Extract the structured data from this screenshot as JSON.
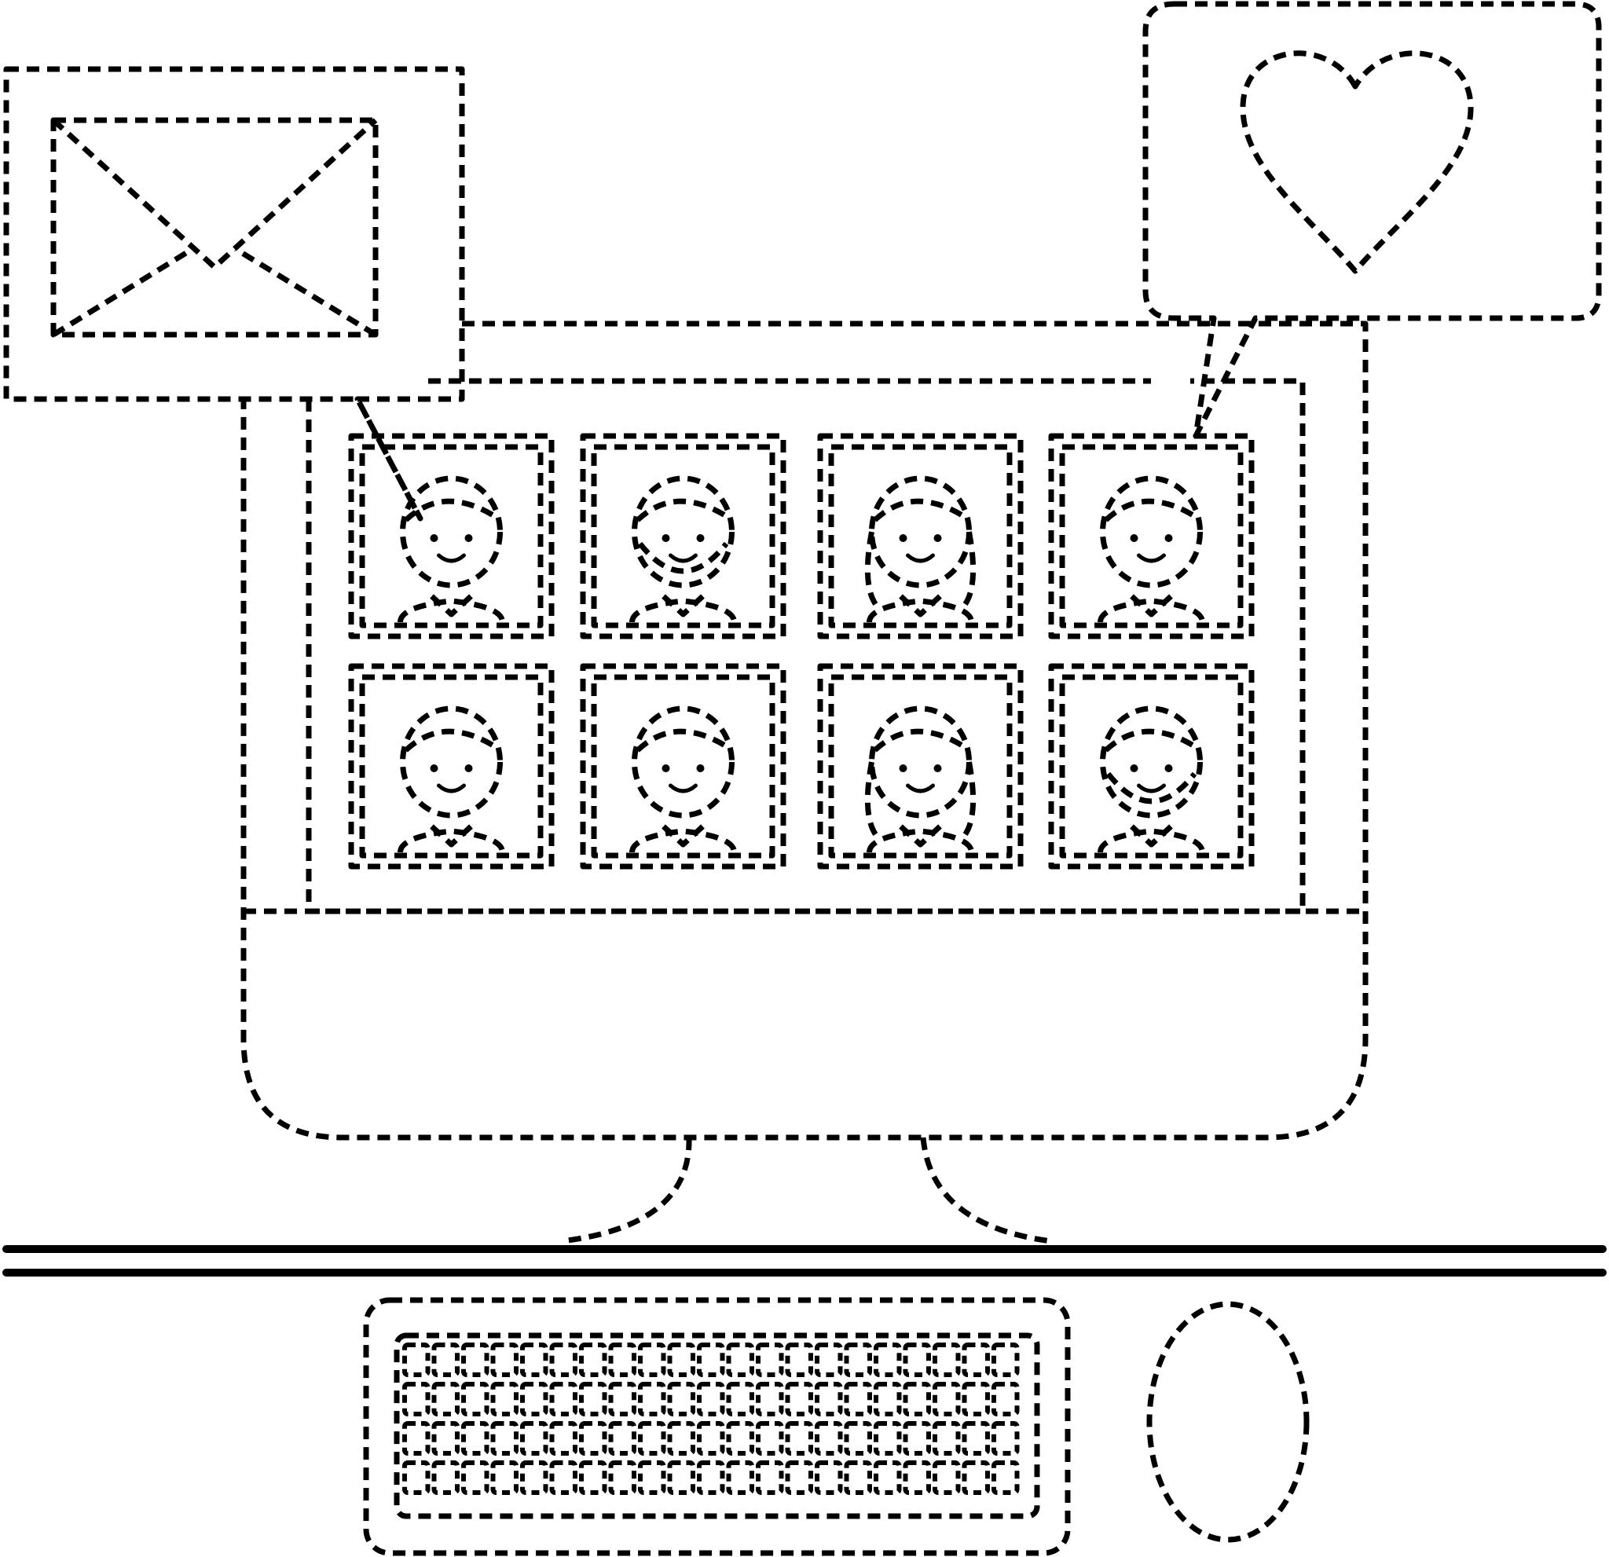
{
  "illustration": {
    "style": "dashed-outline",
    "stroke_color": "#000000",
    "background_color": "#ffffff",
    "icons": [
      "mail-icon",
      "heart-icon",
      "monitor-icon",
      "keyboard-icon",
      "mouse-icon"
    ],
    "contacts_grid": {
      "rows": 2,
      "columns": 4,
      "avatars": [
        "avatar-man",
        "avatar-bearded-man",
        "avatar-woman",
        "avatar-boy",
        "avatar-man",
        "avatar-boy",
        "avatar-woman-curly",
        "avatar-bearded-man"
      ]
    }
  }
}
